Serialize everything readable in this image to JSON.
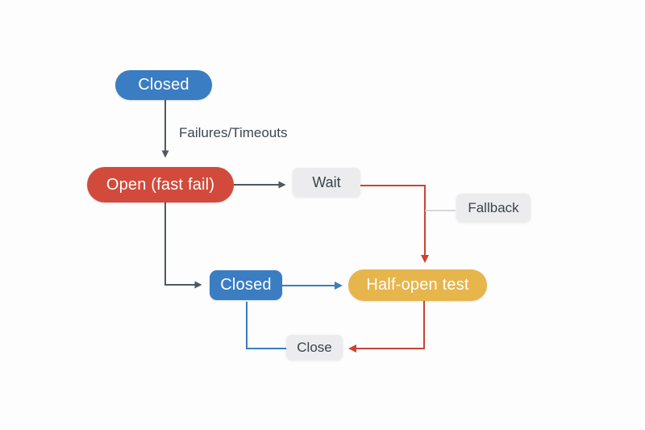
{
  "canvas": {
    "background": "#fdfdfd"
  },
  "nodes": {
    "closed_top": {
      "label": "Closed",
      "fill": "#3a7dc2",
      "text": "#ffffff"
    },
    "open": {
      "label": "Open (fast fail)",
      "fill": "#d24a3b",
      "text": "#ffffff"
    },
    "wait": {
      "label": "Wait",
      "fill": "#ececee",
      "text": "#3a434c"
    },
    "fallback": {
      "label": "Fallback",
      "fill": "#ececee",
      "text": "#3a434c"
    },
    "closed_bottom": {
      "label": "Closed",
      "fill": "#3a7dc2",
      "text": "#ffffff"
    },
    "half_open": {
      "label": "Half-open test",
      "fill": "#e6b54c",
      "text": "#ffffff"
    },
    "close": {
      "label": "Close",
      "fill": "#ececee",
      "text": "#3a434c"
    }
  },
  "edges": {
    "closed_to_open": {
      "label": "Failures/Timeouts",
      "color": "#50585f"
    },
    "open_to_wait": {
      "color": "#50585f"
    },
    "wait_to_half_open": {
      "color": "#cc4234"
    },
    "wait_branch_to_fallback": {
      "color": "#c8cccf"
    },
    "open_to_closed_bottom": {
      "color": "#50585f"
    },
    "closed_bottom_to_half_open": {
      "color": "#3a7dc2"
    },
    "half_open_to_close": {
      "color": "#cc4234"
    },
    "close_to_closed_bottom": {
      "color": "#3a7dc2"
    }
  }
}
